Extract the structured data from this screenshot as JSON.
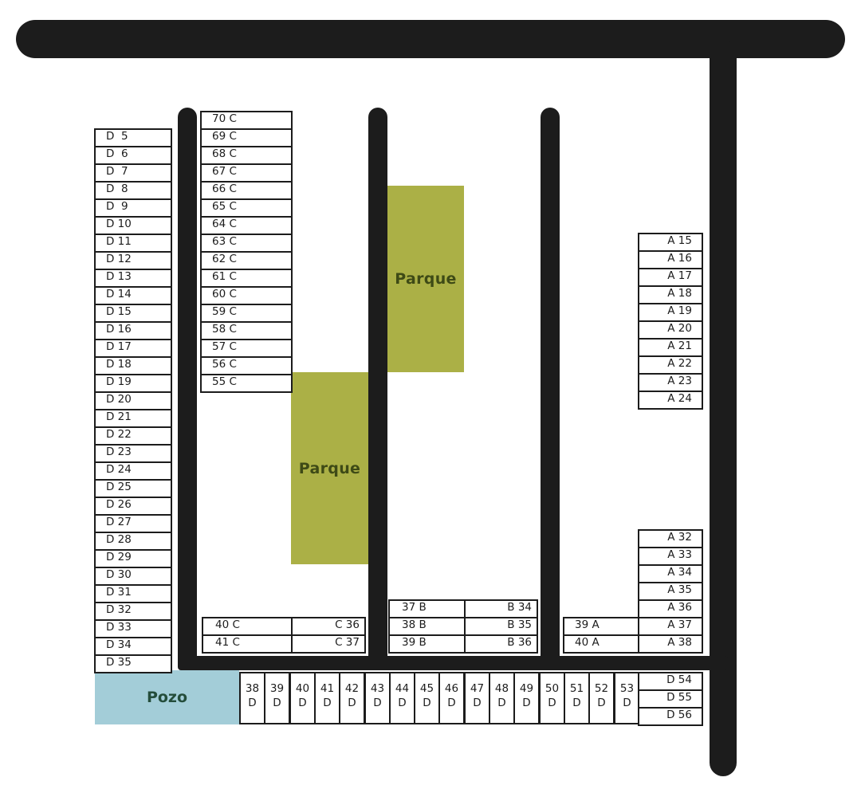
{
  "parks": [
    {
      "label": "Parque"
    },
    {
      "label": "Parque"
    }
  ],
  "pozo": {
    "label": "Pozo"
  },
  "column_d_left": [
    "D  5",
    "D  6",
    "D  7",
    "D  8",
    "D  9",
    "D 10",
    "D 11",
    "D 12",
    "D 13",
    "D 14",
    "D 15",
    "D 16",
    "D 17",
    "D 18",
    "D 19",
    "D 20",
    "D 21",
    "D 22",
    "D 23",
    "D 24",
    "D 25",
    "D 26",
    "D 27",
    "D 28",
    "D 29",
    "D 30",
    "D 31",
    "D 32",
    "D 33",
    "D 34",
    "D 35"
  ],
  "column_c": [
    "70 C",
    "69 C",
    "68 C",
    "67 C",
    "66 C",
    "65 C",
    "64 C",
    "63 C",
    "62 C",
    "61 C",
    "60 C",
    "59 C",
    "58 C",
    "57 C",
    "56 C",
    "55 C"
  ],
  "column_a_top": [
    "A 15",
    "A 16",
    "A 17",
    "A 18",
    "A 19",
    "A 20",
    "A 21",
    "A 22",
    "A 23",
    "A 24"
  ],
  "column_a_bottom": [
    "A 32",
    "A 33",
    "A 34",
    "A 35",
    "A 36",
    "A 37",
    "A 38"
  ],
  "block_c_bottom": [
    {
      "left": "40 C",
      "right": "C 36"
    },
    {
      "left": "41 C",
      "right": "C 37"
    }
  ],
  "block_b": [
    {
      "left": "37 B",
      "right": "B 34"
    },
    {
      "left": "38 B",
      "right": "B 35"
    },
    {
      "left": "39 B",
      "right": "B 36"
    }
  ],
  "block_a_mid": [
    "39 A",
    "40 A"
  ],
  "bottom_row": [
    {
      "num": "38",
      "letter": "D"
    },
    {
      "num": "39",
      "letter": "D"
    },
    {
      "num": "40",
      "letter": "D"
    },
    {
      "num": "41",
      "letter": "D"
    },
    {
      "num": "42",
      "letter": "D"
    },
    {
      "num": "43",
      "letter": "D"
    },
    {
      "num": "44",
      "letter": "D"
    },
    {
      "num": "45",
      "letter": "D"
    },
    {
      "num": "46",
      "letter": "D"
    },
    {
      "num": "47",
      "letter": "D"
    },
    {
      "num": "48",
      "letter": "D"
    },
    {
      "num": "49",
      "letter": "D"
    },
    {
      "num": "50",
      "letter": "D"
    },
    {
      "num": "51",
      "letter": "D"
    },
    {
      "num": "52",
      "letter": "D"
    },
    {
      "num": "53",
      "letter": "D"
    }
  ],
  "column_d_right": [
    "D 54",
    "D 55",
    "D 56"
  ],
  "colors": {
    "road": "#1c1c1c",
    "park": "#abb046",
    "pozo": "#a3cdd8"
  }
}
